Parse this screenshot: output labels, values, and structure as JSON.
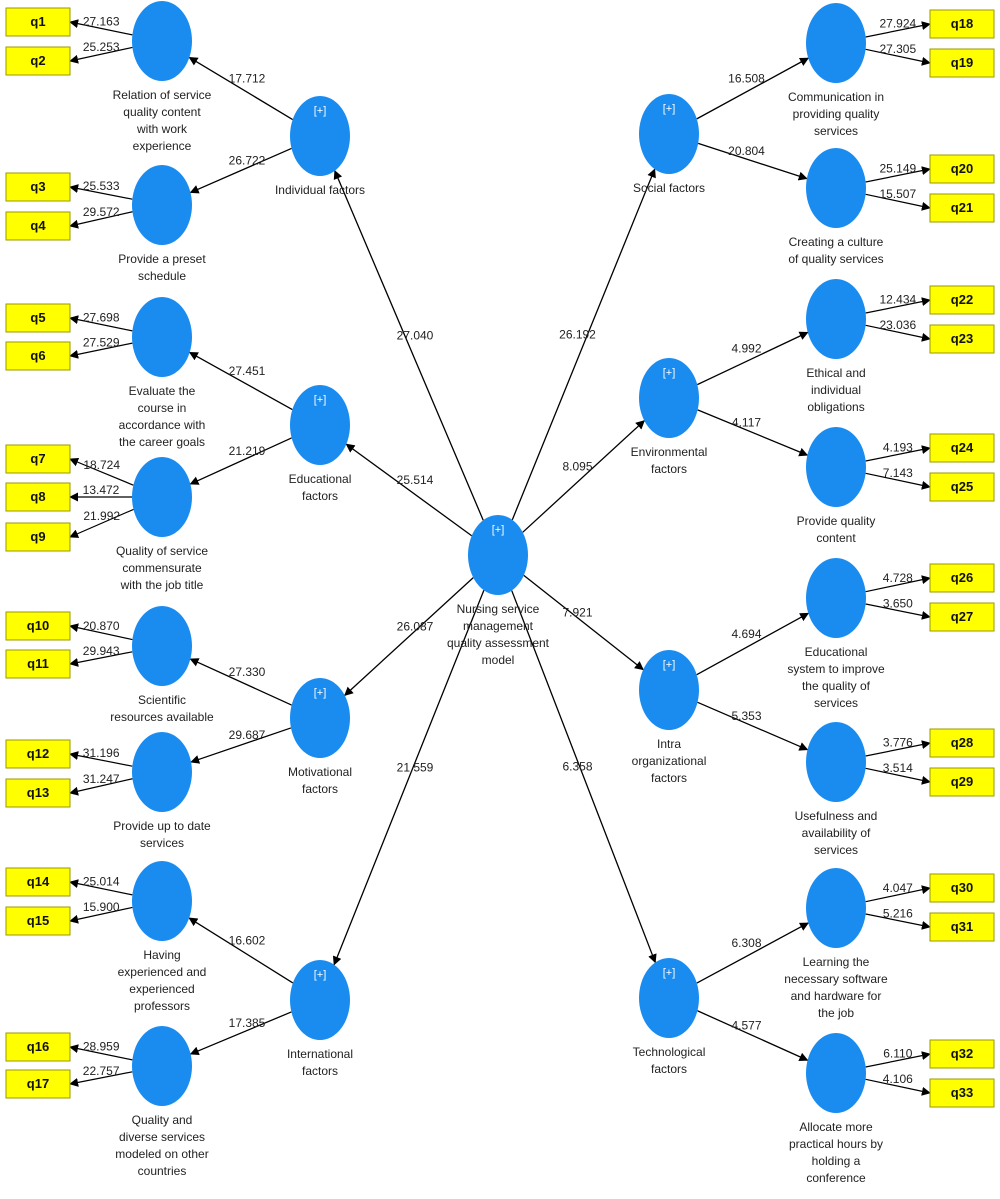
{
  "colors": {
    "construct": "#1a8cf0",
    "indicator": "#ffff00",
    "indicator_border": "#9a9a00",
    "edge": "#000000"
  },
  "central": {
    "id": "central",
    "plus": "[+]",
    "label": [
      "Nursing service",
      "management",
      "quality assessment",
      "model"
    ]
  },
  "factors": [
    {
      "id": "individual",
      "plus": "[+]",
      "label": [
        "Individual factors"
      ]
    },
    {
      "id": "educational",
      "plus": "[+]",
      "label": [
        "Educational",
        "factors"
      ]
    },
    {
      "id": "motivational",
      "plus": "[+]",
      "label": [
        "Motivational",
        "factors"
      ]
    },
    {
      "id": "international",
      "plus": "[+]",
      "label": [
        "International",
        "factors"
      ]
    },
    {
      "id": "social",
      "plus": "[+]",
      "label": [
        "Social factors"
      ]
    },
    {
      "id": "environmental",
      "plus": "[+]",
      "label": [
        "Environmental",
        "factors"
      ]
    },
    {
      "id": "intra",
      "plus": "[+]",
      "label": [
        "Intra",
        "organizational",
        "factors"
      ]
    },
    {
      "id": "technological",
      "plus": "[+]",
      "label": [
        "Technological",
        "factors"
      ]
    }
  ],
  "dimensions": [
    {
      "id": "d1",
      "label": [
        "Relation of service",
        "quality content",
        "with work",
        "experience"
      ]
    },
    {
      "id": "d2",
      "label": [
        "Provide a preset",
        "schedule"
      ]
    },
    {
      "id": "d3",
      "label": [
        "Evaluate the",
        "course in",
        "accordance with",
        "the career goals"
      ]
    },
    {
      "id": "d4",
      "label": [
        "Quality of service",
        "commensurate",
        "with the job title"
      ]
    },
    {
      "id": "d5",
      "label": [
        "Scientific",
        "resources available"
      ]
    },
    {
      "id": "d6",
      "label": [
        "Provide up to date",
        "services"
      ]
    },
    {
      "id": "d7",
      "label": [
        "Having",
        "experienced and",
        "experienced",
        "professors"
      ]
    },
    {
      "id": "d8",
      "label": [
        "Quality and",
        "diverse services",
        "modeled on other",
        "countries"
      ]
    },
    {
      "id": "d9",
      "label": [
        "Communication in",
        "providing quality",
        "services"
      ]
    },
    {
      "id": "d10",
      "label": [
        "Creating a culture",
        "of quality services"
      ]
    },
    {
      "id": "d11",
      "label": [
        "Ethical and",
        "individual",
        "obligations"
      ]
    },
    {
      "id": "d12",
      "label": [
        "Provide quality",
        "content"
      ]
    },
    {
      "id": "d13",
      "label": [
        "Educational",
        "system to improve",
        "the quality of",
        "services"
      ]
    },
    {
      "id": "d14",
      "label": [
        "Usefulness and",
        "availability of",
        "services"
      ]
    },
    {
      "id": "d15",
      "label": [
        "Learning the",
        "necessary software",
        "and hardware for",
        "the job"
      ]
    },
    {
      "id": "d16",
      "label": [
        "Allocate more",
        "practical hours by",
        "holding a",
        "conference"
      ]
    }
  ],
  "indicators": [
    "q1",
    "q2",
    "q3",
    "q4",
    "q5",
    "q6",
    "q7",
    "q8",
    "q9",
    "q10",
    "q11",
    "q12",
    "q13",
    "q14",
    "q15",
    "q16",
    "q17",
    "q18",
    "q19",
    "q20",
    "q21",
    "q22",
    "q23",
    "q24",
    "q25",
    "q26",
    "q27",
    "q28",
    "q29",
    "q30",
    "q31",
    "q32",
    "q33"
  ],
  "paths": [
    {
      "from": "central",
      "to": "individual",
      "value": "27.040"
    },
    {
      "from": "central",
      "to": "educational",
      "value": "25.514"
    },
    {
      "from": "central",
      "to": "motivational",
      "value": "26.087"
    },
    {
      "from": "central",
      "to": "international",
      "value": "21.559"
    },
    {
      "from": "central",
      "to": "social",
      "value": "26.192"
    },
    {
      "from": "central",
      "to": "environmental",
      "value": "8.095"
    },
    {
      "from": "central",
      "to": "intra",
      "value": "7.921"
    },
    {
      "from": "central",
      "to": "technological",
      "value": "6.358"
    },
    {
      "from": "individual",
      "to": "d1",
      "value": "17.712"
    },
    {
      "from": "individual",
      "to": "d2",
      "value": "26.722"
    },
    {
      "from": "educational",
      "to": "d3",
      "value": "27.451"
    },
    {
      "from": "educational",
      "to": "d4",
      "value": "21.219"
    },
    {
      "from": "motivational",
      "to": "d5",
      "value": "27.330"
    },
    {
      "from": "motivational",
      "to": "d6",
      "value": "29.687"
    },
    {
      "from": "international",
      "to": "d7",
      "value": "16.602"
    },
    {
      "from": "international",
      "to": "d8",
      "value": "17.385"
    },
    {
      "from": "social",
      "to": "d9",
      "value": "16.508"
    },
    {
      "from": "social",
      "to": "d10",
      "value": "20.804"
    },
    {
      "from": "environmental",
      "to": "d11",
      "value": "4.992"
    },
    {
      "from": "environmental",
      "to": "d12",
      "value": "4.117"
    },
    {
      "from": "intra",
      "to": "d13",
      "value": "4.694"
    },
    {
      "from": "intra",
      "to": "d14",
      "value": "5.353"
    },
    {
      "from": "technological",
      "to": "d15",
      "value": "6.308"
    },
    {
      "from": "technological",
      "to": "d16",
      "value": "4.577"
    }
  ],
  "loadings": [
    {
      "from": "d1",
      "to": "q1",
      "value": "27.163"
    },
    {
      "from": "d1",
      "to": "q2",
      "value": "25.253"
    },
    {
      "from": "d2",
      "to": "q3",
      "value": "25.533"
    },
    {
      "from": "d2",
      "to": "q4",
      "value": "29.572"
    },
    {
      "from": "d3",
      "to": "q5",
      "value": "27.698"
    },
    {
      "from": "d3",
      "to": "q6",
      "value": "27.529"
    },
    {
      "from": "d4",
      "to": "q7",
      "value": "18.724"
    },
    {
      "from": "d4",
      "to": "q8",
      "value": "13.472"
    },
    {
      "from": "d4",
      "to": "q9",
      "value": "21.992"
    },
    {
      "from": "d5",
      "to": "q10",
      "value": "20.870"
    },
    {
      "from": "d5",
      "to": "q11",
      "value": "29.943"
    },
    {
      "from": "d6",
      "to": "q12",
      "value": "31.196"
    },
    {
      "from": "d6",
      "to": "q13",
      "value": "31.247"
    },
    {
      "from": "d7",
      "to": "q14",
      "value": "25.014"
    },
    {
      "from": "d7",
      "to": "q15",
      "value": "15.900"
    },
    {
      "from": "d8",
      "to": "q16",
      "value": "28.959"
    },
    {
      "from": "d8",
      "to": "q17",
      "value": "22.757"
    },
    {
      "from": "d9",
      "to": "q18",
      "value": "27.924"
    },
    {
      "from": "d9",
      "to": "q19",
      "value": "27.305"
    },
    {
      "from": "d10",
      "to": "q20",
      "value": "25.149"
    },
    {
      "from": "d10",
      "to": "q21",
      "value": "15.507"
    },
    {
      "from": "d11",
      "to": "q22",
      "value": "12.434"
    },
    {
      "from": "d11",
      "to": "q23",
      "value": "23.036"
    },
    {
      "from": "d12",
      "to": "q24",
      "value": "4.193"
    },
    {
      "from": "d12",
      "to": "q25",
      "value": "7.143"
    },
    {
      "from": "d13",
      "to": "q26",
      "value": "4.728"
    },
    {
      "from": "d13",
      "to": "q27",
      "value": "3.650"
    },
    {
      "from": "d14",
      "to": "q28",
      "value": "3.776"
    },
    {
      "from": "d14",
      "to": "q29",
      "value": "3.514"
    },
    {
      "from": "d15",
      "to": "q30",
      "value": "4.047"
    },
    {
      "from": "d15",
      "to": "q31",
      "value": "5.216"
    },
    {
      "from": "d16",
      "to": "q32",
      "value": "6.110"
    },
    {
      "from": "d16",
      "to": "q33",
      "value": "4.106"
    }
  ]
}
